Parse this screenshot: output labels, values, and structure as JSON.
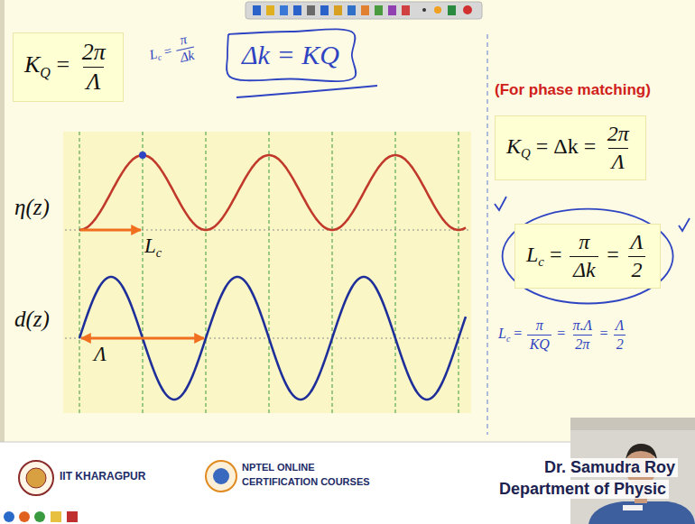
{
  "diagram": {
    "nodes": [
      {
        "text": [
          "K",
          "Q",
          "=",
          "2π",
          "Λ"
        ]
      },
      {
        "text": [
          "Δk = KQ"
        ]
      },
      {
        "text": [
          "K",
          "Q",
          "= Δk =",
          "2π",
          "Λ"
        ]
      },
      {
        "text": [
          "L",
          "c",
          "=",
          "π",
          "Δk",
          "=",
          "Λ",
          "2"
        ]
      }
    ],
    "labels": [
      "(For phase matching)",
      "η(z)",
      "d(z)",
      "L",
      "c",
      "Λ",
      "L",
      "c",
      "=",
      "π",
      "Δk",
      "L",
      "c",
      "=",
      "π",
      "KQ",
      "=",
      "π.Λ",
      "2π",
      "=",
      "Λ",
      "2",
      "IIT KHARAGPUR",
      "NPTEL ONLINE",
      "CERTIFICATION COURSES",
      "Dr. Samudra Roy",
      "Department of Physic"
    ]
  }
}
